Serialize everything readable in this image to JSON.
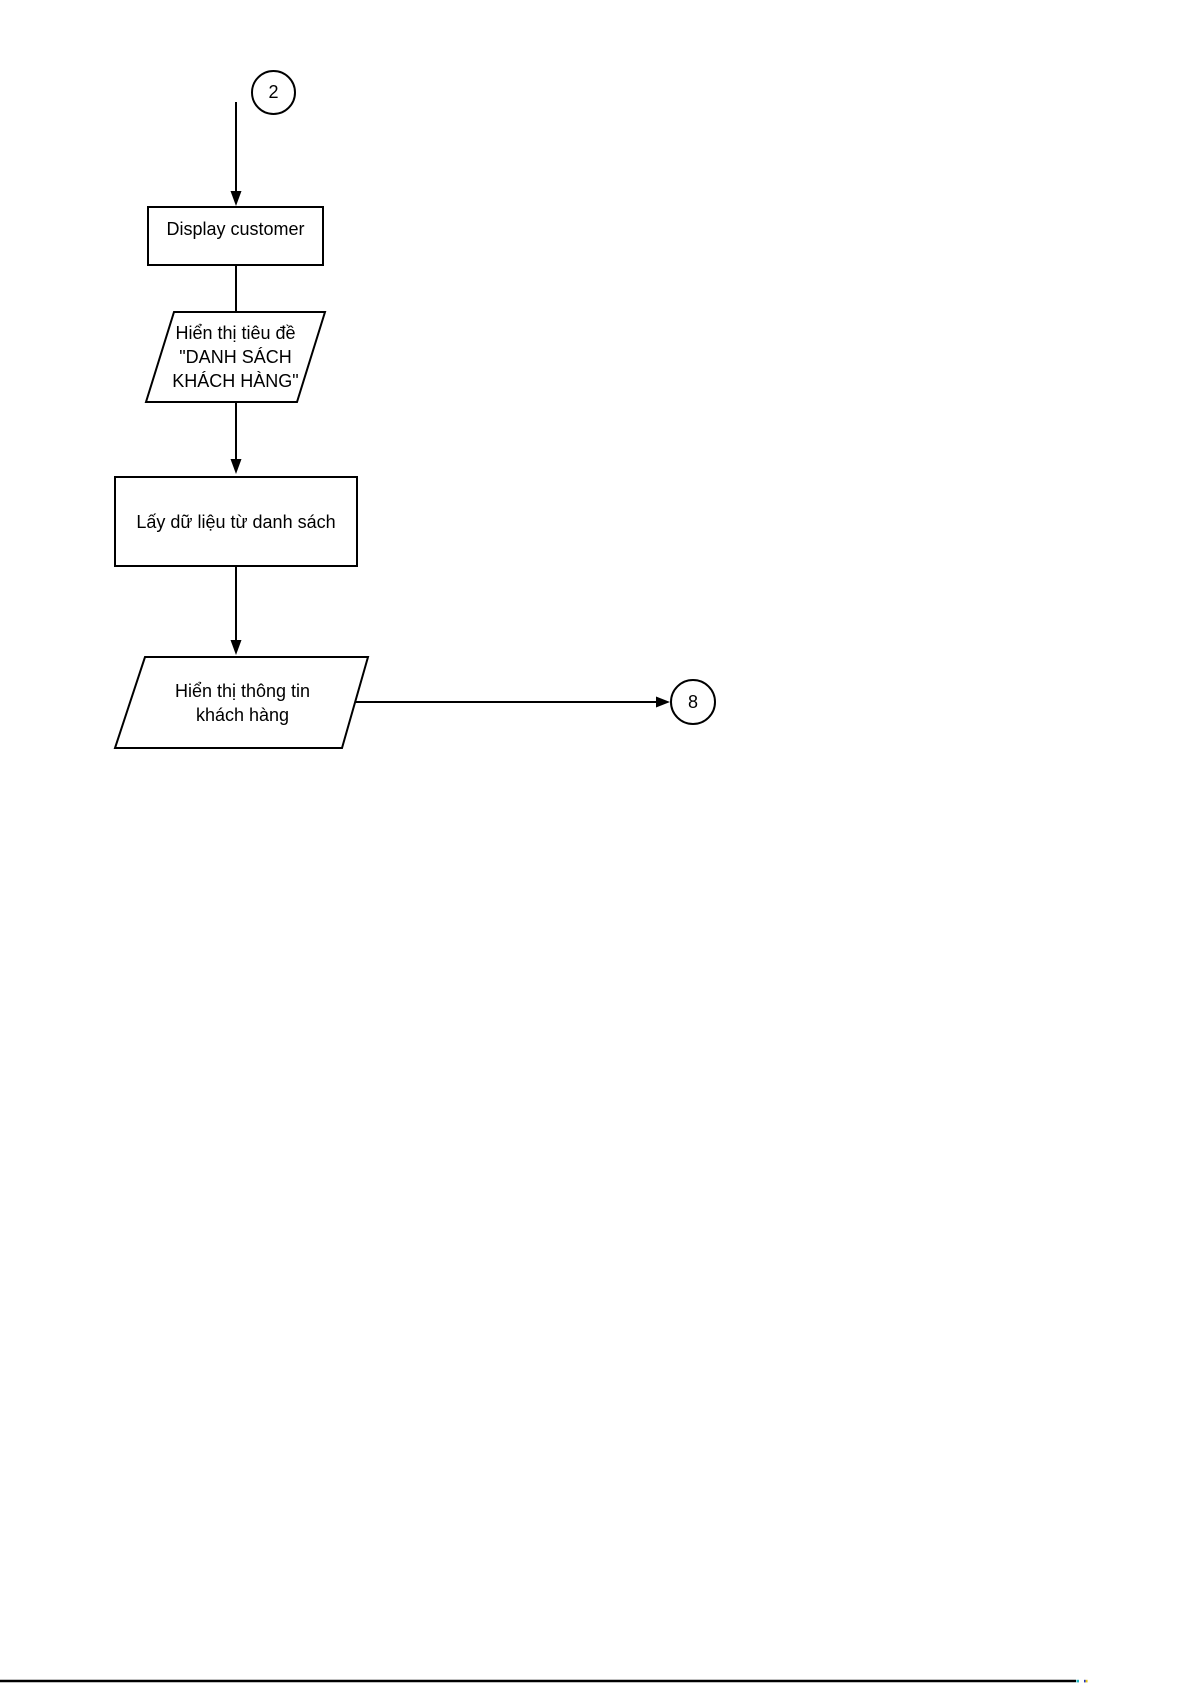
{
  "diagram": {
    "background_color": "#ffffff",
    "stroke_color": "#000000",
    "text_color": "#000000",
    "connectors": {
      "start": {
        "label": "2"
      },
      "end": {
        "label": "8"
      }
    },
    "nodes": {
      "display_customer": {
        "label": "Display customer"
      },
      "show_title": {
        "label": "Hiển thị tiêu đề\n\"DANH SÁCH\nKHÁCH HÀNG\""
      },
      "get_data": {
        "label": "Lấy dữ liệu từ danh sách"
      },
      "show_info": {
        "label": "Hiển thị thông tin\nkhách hàng"
      }
    },
    "artifact_colors": {
      "teal": "#1fb5c0",
      "blue": "#2233bb",
      "yellow": "#e6c619"
    }
  }
}
